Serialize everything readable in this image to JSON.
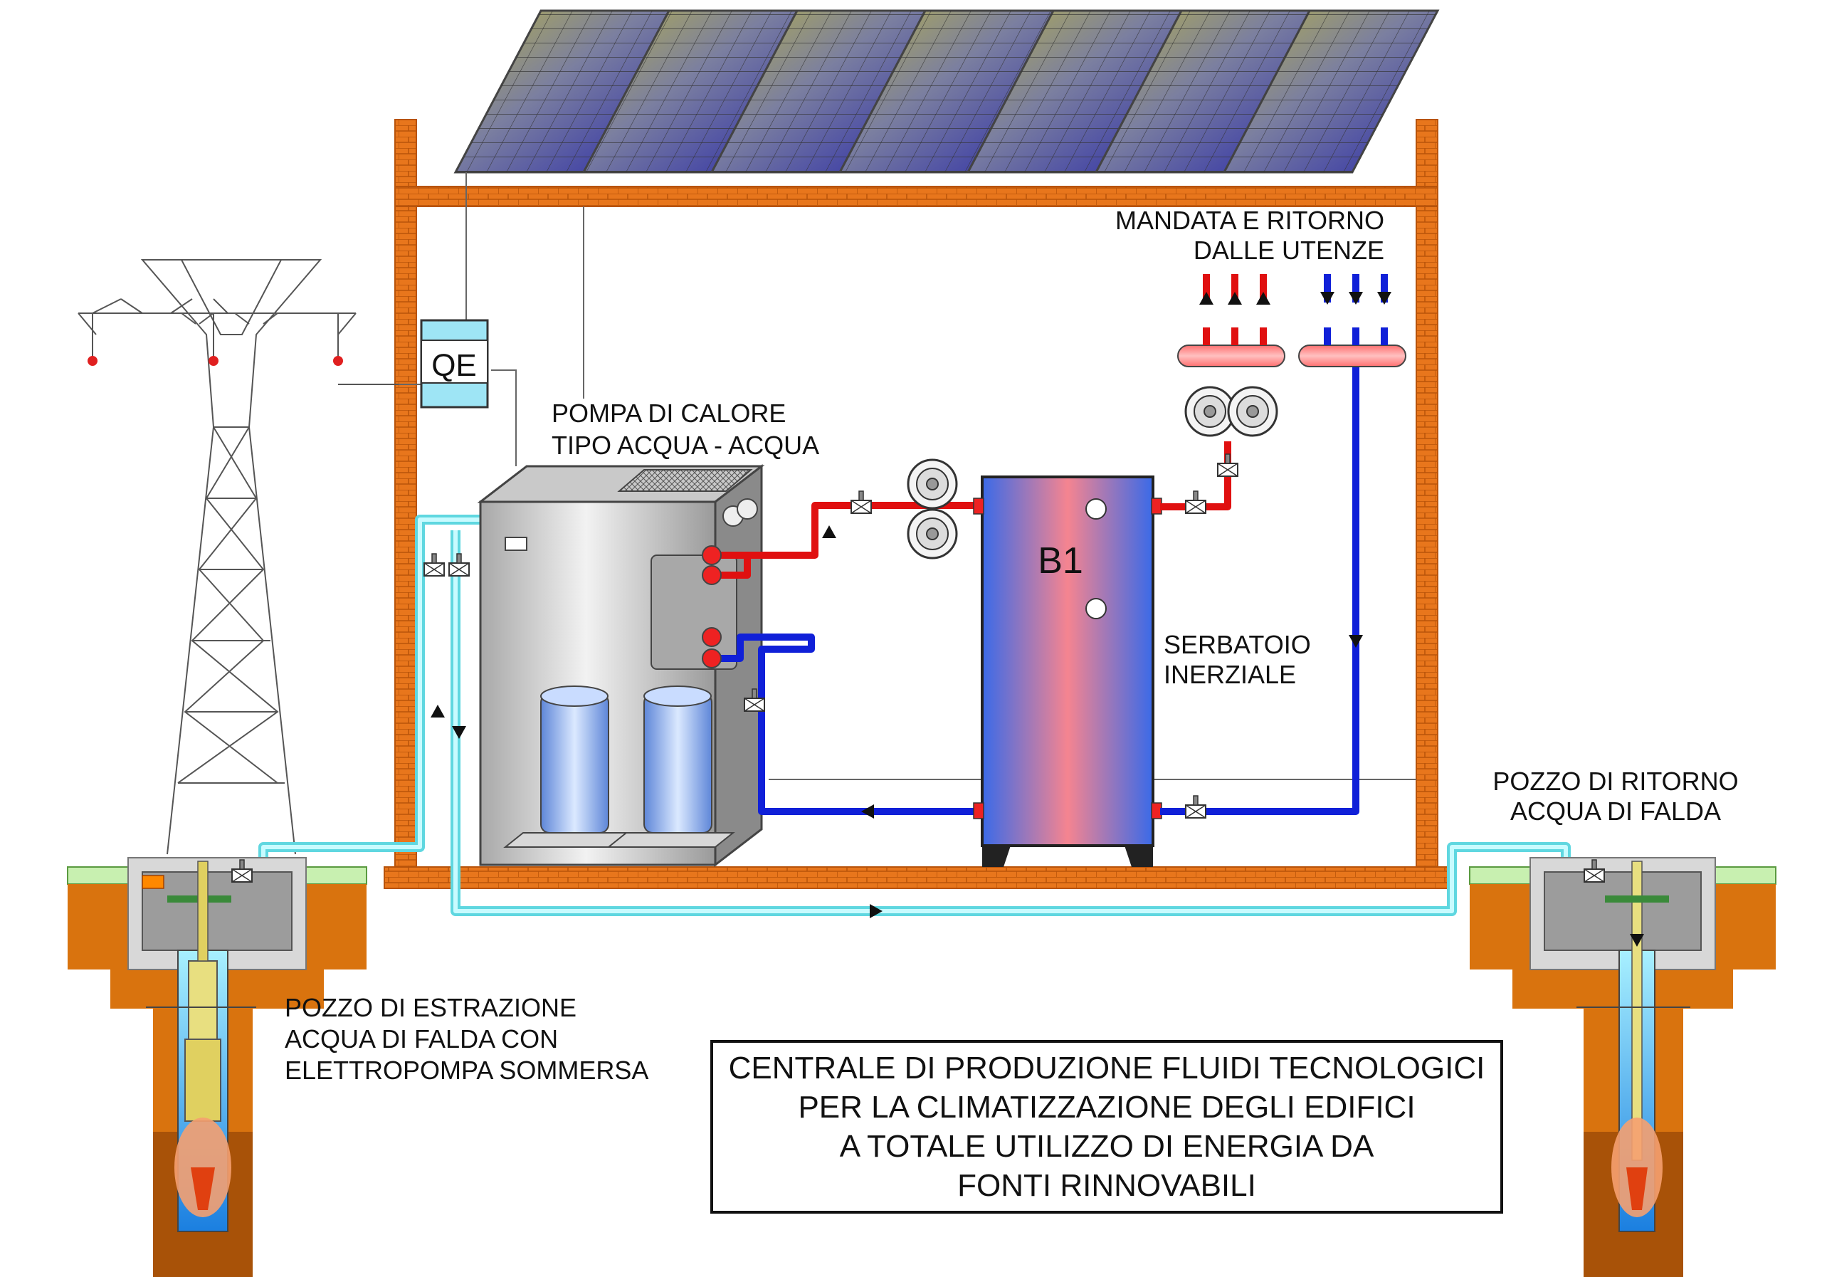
{
  "labels": {
    "panel_code": "QE",
    "tank_code": "B1",
    "heat_pump": [
      "POMPA DI CALORE",
      "TIPO ACQUA - ACQUA"
    ],
    "users": [
      "MANDATA E RITORNO",
      "DALLE UTENZE"
    ],
    "tank": [
      "SERBATOIO",
      "INERZIALE"
    ],
    "return_well": [
      "POZZO DI RITORNO",
      "ACQUA DI FALDA"
    ],
    "extraction_well": [
      "POZZO DI ESTRAZIONE",
      "ACQUA DI FALDA CON",
      "ELETTROPOMPA SOMMERSA"
    ]
  },
  "title_box": [
    "CENTRALE DI PRODUZIONE FLUIDI TECNOLOGICI",
    "PER LA CLIMATIZZAZIONE DEGLI EDIFICI",
    "A TOTALE UTILIZZO DI ENERGIA DA",
    "FONTI RINNOVABILI"
  ],
  "colors": {
    "brick": "#e8761c",
    "brick_mortar": "#b8530a",
    "soil": "#d9730e",
    "soil_dark": "#a85208",
    "groundwater_pipe": "#8ef1f5",
    "hot_pipe": "#e01010",
    "cold_pipe": "#1020d8",
    "panel_box": "#9ee5f5",
    "concrete": "#d8d8d8"
  },
  "icons": {
    "pylon": "power-pylon-icon",
    "solar": "solar-panel-icon",
    "pump": "circulator-pump-icon",
    "valve": "valve-icon"
  }
}
